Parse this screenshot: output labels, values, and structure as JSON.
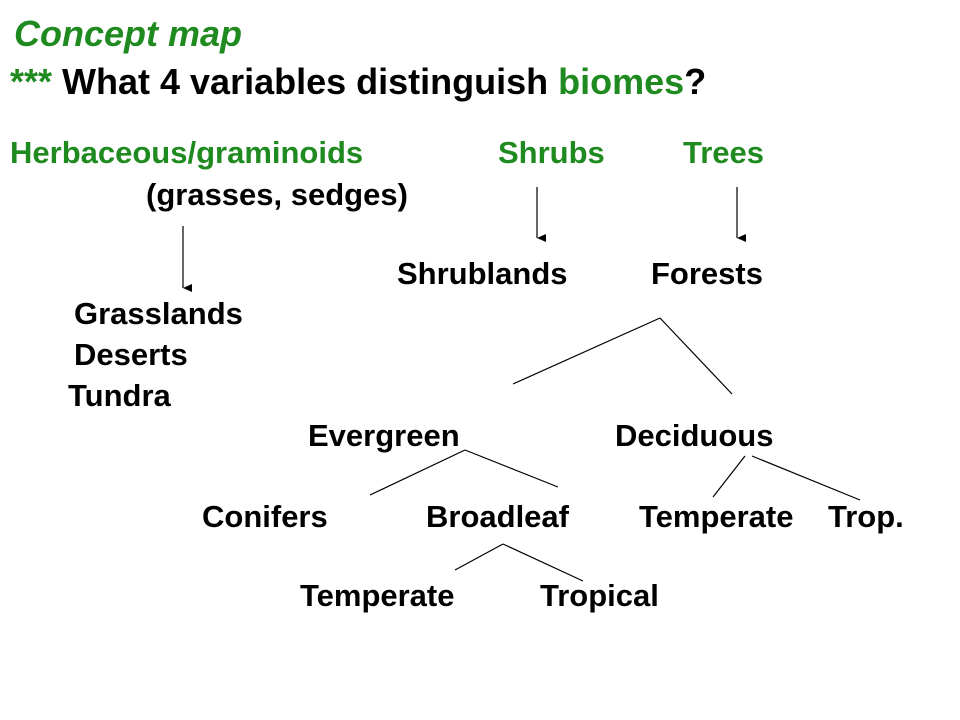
{
  "title": "Concept map",
  "question": {
    "stars": "***",
    "text_before": " What 4 variables distinguish ",
    "highlight": "biomes",
    "text_after": "?"
  },
  "growth_forms": {
    "herbaceous": "Herbaceous/graminoids",
    "herbaceous_note": "(grasses, sedges)",
    "shrubs": "Shrubs",
    "trees": "Trees"
  },
  "biome_types": {
    "shrublands": "Shrublands",
    "forests": "Forests",
    "grasslands": "Grasslands",
    "deserts": "Deserts",
    "tundra": "Tundra"
  },
  "forest_types": {
    "evergreen": "Evergreen",
    "deciduous": "Deciduous"
  },
  "evergreen_types": {
    "conifers": "Conifers",
    "broadleaf": "Broadleaf"
  },
  "deciduous_types": {
    "temperate": "Temperate",
    "tropical": "Trop."
  },
  "broadleaf_types": {
    "temperate": "Temperate",
    "tropical": "Tropical"
  },
  "colors": {
    "accent_green": "#1f8a1f",
    "text_black": "#000000"
  }
}
